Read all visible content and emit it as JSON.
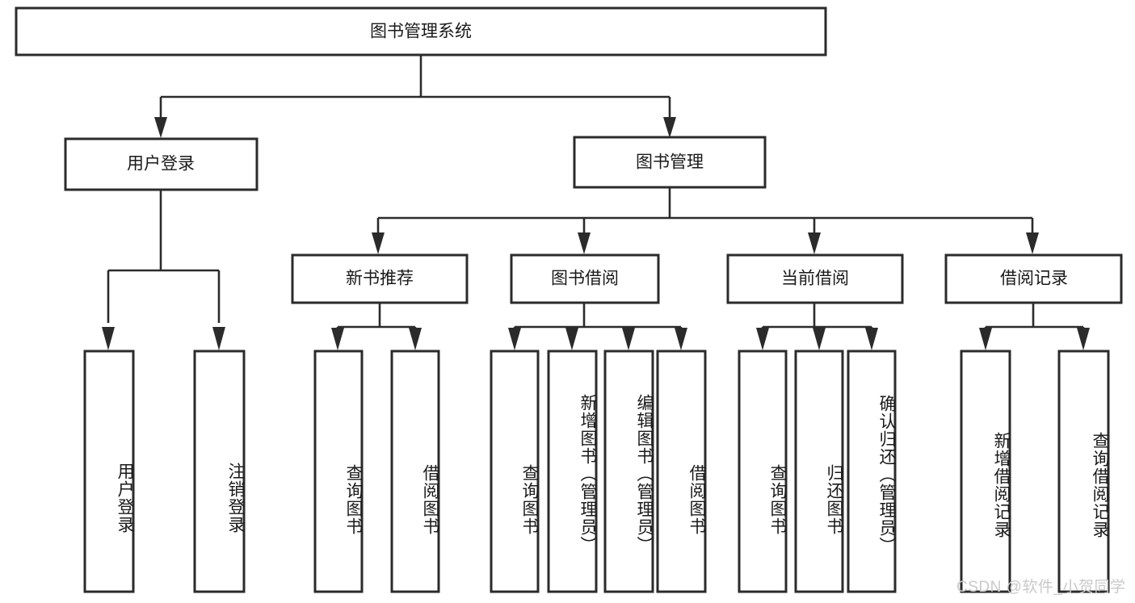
{
  "diagram": {
    "title": "图书管理系统",
    "type": "hierarchy-tree",
    "watermark": "CSDN @软件_小贺同学",
    "colors": {
      "box_stroke": "#2b2b2b",
      "box_fill": "#ffffff",
      "connector": "#2b2b2b",
      "text": "#1a1a1a",
      "watermark": "#c9c9c9",
      "background": "#ffffff"
    },
    "root": {
      "label": "图书管理系统"
    },
    "level2": [
      {
        "label": "用户登录"
      },
      {
        "label": "图书管理"
      }
    ],
    "level3": [
      {
        "label": "新书推荐"
      },
      {
        "label": "图书借阅"
      },
      {
        "label": "当前借阅"
      },
      {
        "label": "借阅记录"
      }
    ],
    "leaves": {
      "user_login": [
        {
          "label": "用户登录"
        },
        {
          "label": "注销登录"
        }
      ],
      "new_book_recommend": [
        {
          "label": "查询图书"
        },
        {
          "label": "借阅图书"
        }
      ],
      "book_borrow": [
        {
          "label": "查询图书"
        },
        {
          "label": "新增图书（管理员）"
        },
        {
          "label": "编辑图书（管理员）"
        },
        {
          "label": "借阅图书"
        }
      ],
      "current_borrow": [
        {
          "label": "查询图书"
        },
        {
          "label": "归还图书"
        },
        {
          "label": "确认归还（管理员）"
        }
      ],
      "borrow_record": [
        {
          "label": "新增借阅记录"
        },
        {
          "label": "查询借阅记录"
        }
      ]
    }
  }
}
